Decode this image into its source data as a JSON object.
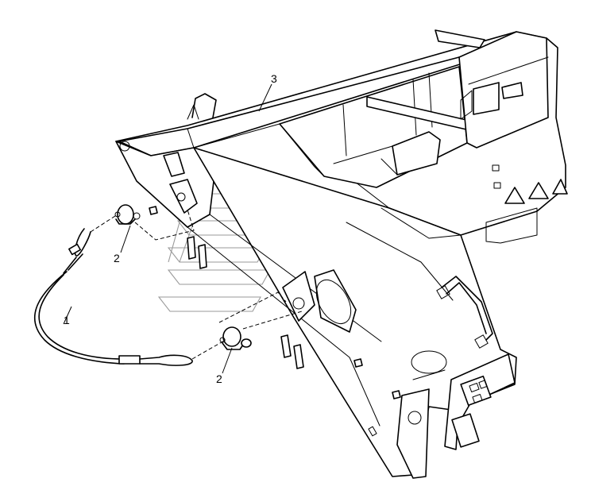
{
  "diagram": {
    "callouts": [
      {
        "id": "cable",
        "label": "1"
      },
      {
        "id": "shackle-upper",
        "label": "2"
      },
      {
        "id": "shackle-lower",
        "label": "2"
      },
      {
        "id": "frame",
        "label": "3"
      }
    ],
    "colors": {
      "line": "#000000",
      "watermark": "#9a9a9a",
      "background": "#ffffff"
    }
  }
}
